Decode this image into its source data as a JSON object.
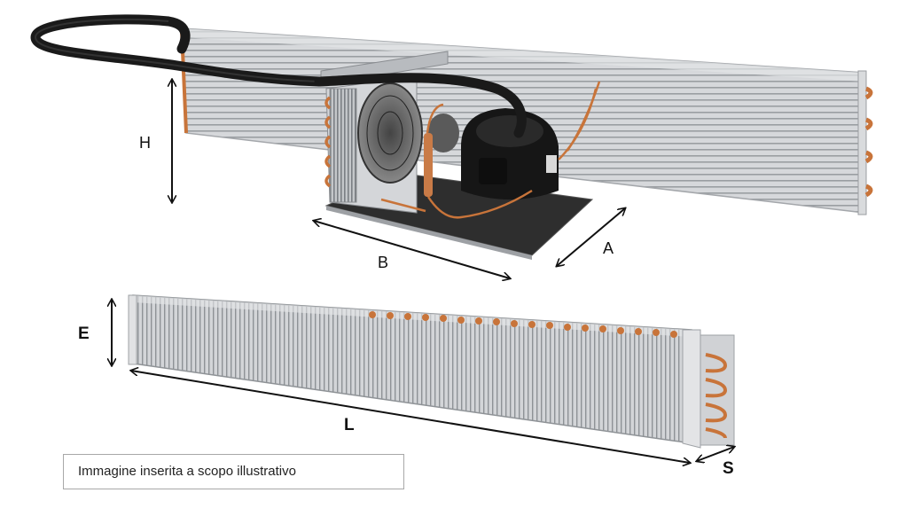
{
  "labels": {
    "h": "H",
    "b": "B",
    "a": "A",
    "e": "E",
    "l": "L",
    "s": "S"
  },
  "caption": "Immagine inserita a scopo illustrativo",
  "colors": {
    "fin": "#c9cbcd",
    "fin_dark": "#8d9094",
    "copper": "#c8743a",
    "hose": "#1a1a1a",
    "base": "#2b2b2b",
    "frame": "#bfc2c6",
    "caption_border": "#a8a8a8"
  }
}
